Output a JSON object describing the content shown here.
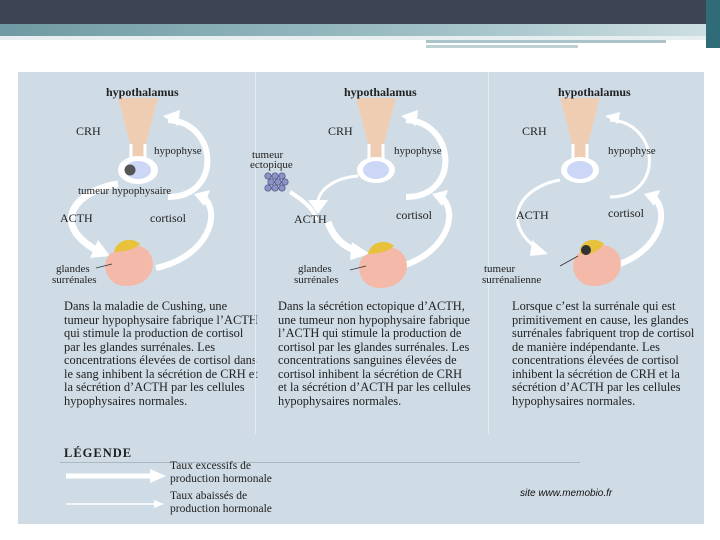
{
  "panels": [
    {
      "labels": {
        "hypothalamus": "hypothalamus",
        "crh": "CRH",
        "hypophyse": "hypophyse",
        "tumeur_l1": "tumeur hypophysaire",
        "acth": "ACTH",
        "cortisol": "cortisol",
        "glandes_l1": "glandes",
        "glandes_l2": "surrénales"
      },
      "description": "Dans la maladie de Cushing, une tumeur hypophysaire fabrique l’ACTH qui stimule la production de cortisol par les glandes surrénales. Les concentrations élevées de cortisol dans le sang inhibent la sécrétion de CRH et la sécrétion d’ACTH par les cellules hypophysaires normales."
    },
    {
      "labels": {
        "hypothalamus": "hypothalamus",
        "crh": "CRH",
        "hypophyse": "hypophyse",
        "tumeur_l1": "tumeur",
        "tumeur_l2": "ectopique",
        "acth": "ACTH",
        "cortisol": "cortisol",
        "glandes_l1": "glandes",
        "glandes_l2": "surrénales"
      },
      "description": "Dans la sécrétion ectopique d’ACTH, une tumeur non hypophysaire fabrique l’ACTH qui stimule la production de cortisol par les glandes surrénales. Les concentrations sanguines élevées de cortisol inhibent la sécrétion de CRH et la sécrétion d’ACTH par les cellules hypophysaires normales."
    },
    {
      "labels": {
        "hypothalamus": "hypothalamus",
        "crh": "CRH",
        "hypophyse": "hypophyse",
        "acth": "ACTH",
        "cortisol": "cortisol",
        "tumeur_l1": "tumeur",
        "tumeur_l2": "surrénalienne"
      },
      "description": "Lorsque c’est la surrénale qui est primitivement en cause, les glandes surrénales fabriquent trop de cortisol de manière indépendante. Les concentrations élevées de cortisol inhibent la sécrétion de CRH et la sécrétion d’ACTH par les cellules hypophysaires normales."
    }
  ],
  "legend": {
    "title": "LÉGENDE",
    "excess_l1": "Taux excessifs de",
    "excess_l2": "production hormonale",
    "low_l1": "Taux abaissés de",
    "low_l2": "production hormonale"
  },
  "credit": "site www.memobio.fr",
  "colors": {
    "background": "#cfdce6",
    "hypothalamus": "#efcdb3",
    "adrenal": "#f4b9a8",
    "adrenal_cap": "#e8c23a",
    "arrow": "#ffffff"
  }
}
